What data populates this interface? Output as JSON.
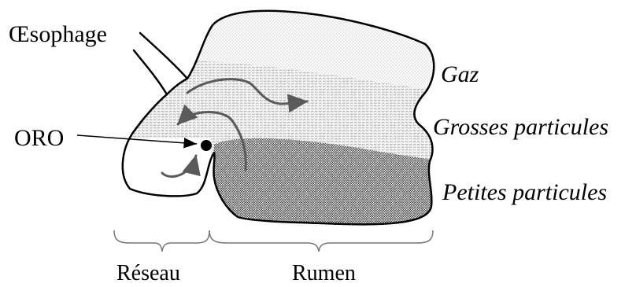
{
  "labels": {
    "oesophage": "Œsophage",
    "oro": "ORO",
    "gaz": "Gaz",
    "grosses_particules": "Grosses particules",
    "petites_particules": "Petites particules",
    "reseau": "Réseau",
    "rumen": "Rumen"
  },
  "colors": {
    "outline": "#000000",
    "arrows": "#5a5a5a",
    "stipple_light": "#8c8c8c",
    "hatch": "#a8a8a8",
    "stipple_dense": "#3a3a3a",
    "background": "#ffffff"
  }
}
